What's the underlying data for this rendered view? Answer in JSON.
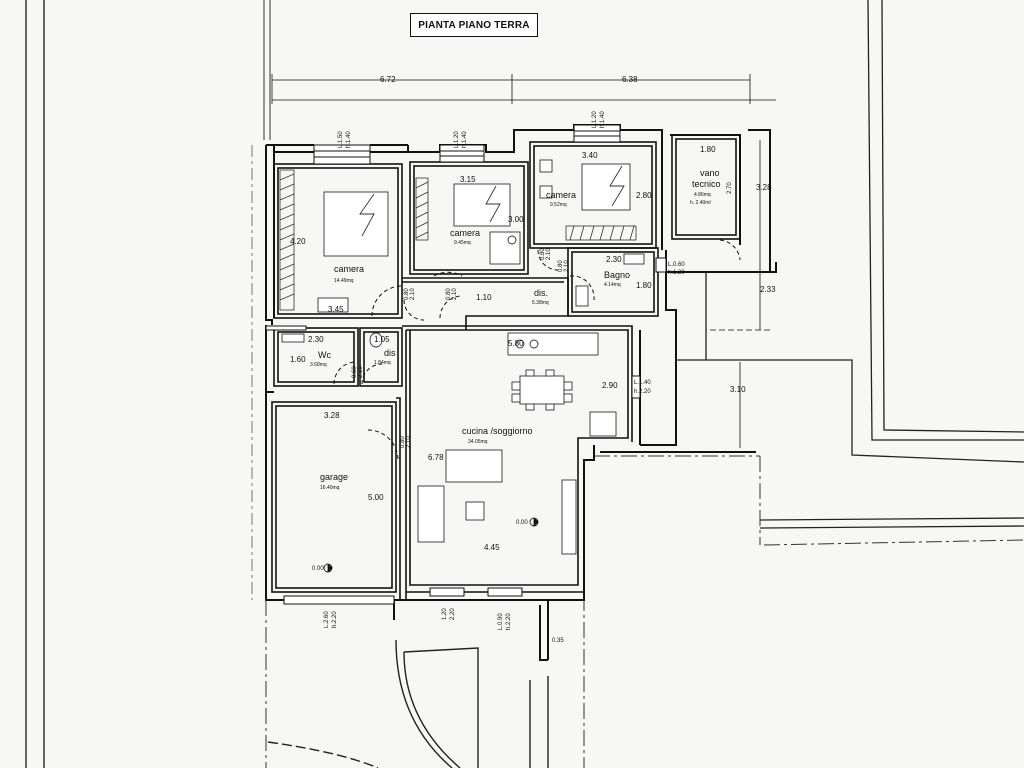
{
  "title": "PIANTA PIANO TERRA",
  "top_dims": [
    "6.72",
    "6.38"
  ],
  "rooms": {
    "camera1": {
      "name": "camera",
      "area": "14.49mq",
      "w": "3.45",
      "h": "4.20"
    },
    "camera2": {
      "name": "camera",
      "area": "9.45mq",
      "w": "3.15",
      "h": "3.00"
    },
    "camera3": {
      "name": "camera",
      "area": "9.52mq",
      "w": "3.40",
      "h": "2.80"
    },
    "vano": {
      "name1": "vano",
      "name2": "tecnico",
      "area": "4.86mq",
      "height": "h. 2.40ml",
      "w": "1.80",
      "h": "2.70"
    },
    "dis1": {
      "name": "dis.",
      "area": "5.38mq",
      "w": "1.10"
    },
    "bagno": {
      "name": "Bagno",
      "area": "4.14mq",
      "w": "2.30",
      "h": "1.80"
    },
    "wc": {
      "name": "Wc",
      "area": "3.68mq",
      "w": "2.30",
      "h": "1.60"
    },
    "dis2": {
      "name": "dis",
      "area": "1.84mq",
      "w": "1.05"
    },
    "cucina": {
      "name": "cucina /soggiorno",
      "area": "34.05mq",
      "w_top": "5.80",
      "w_bottom": "4.45",
      "h": "6.78",
      "side": "2.90"
    },
    "garage": {
      "name": "garage",
      "area": "16.40mq",
      "w": "3.28",
      "h": "5.00"
    }
  },
  "outer_dims": {
    "right1": "3.28",
    "right2": "2.33",
    "right3": "3.10"
  },
  "openings": {
    "w1": [
      "L.1.50",
      "h.1.40"
    ],
    "w2": [
      "L.1.20",
      "h.1.40"
    ],
    "w3": [
      "L.1.20",
      "h.1.40"
    ],
    "w4": [
      "L.0.60",
      "h.1.20"
    ],
    "w5": [
      "L.1.40",
      "h.2.20"
    ],
    "w6": [
      "L.2.60",
      "h.2.20"
    ],
    "w7": [
      "1.20",
      "2.20"
    ],
    "w8": [
      "L.0.90",
      "h.2.20"
    ],
    "d1": [
      "0.80",
      "2.10"
    ],
    "d2": [
      "0.80",
      "2.10"
    ],
    "d3": [
      "0.80",
      "2.10"
    ],
    "d4": [
      "0.80",
      "2.10"
    ],
    "d5": [
      "0.80",
      "2.10"
    ],
    "d6": [
      "0.60",
      "2.10"
    ]
  },
  "levels": {
    "garage": "0.00",
    "cucina": "0.00",
    "step": "0.35"
  }
}
